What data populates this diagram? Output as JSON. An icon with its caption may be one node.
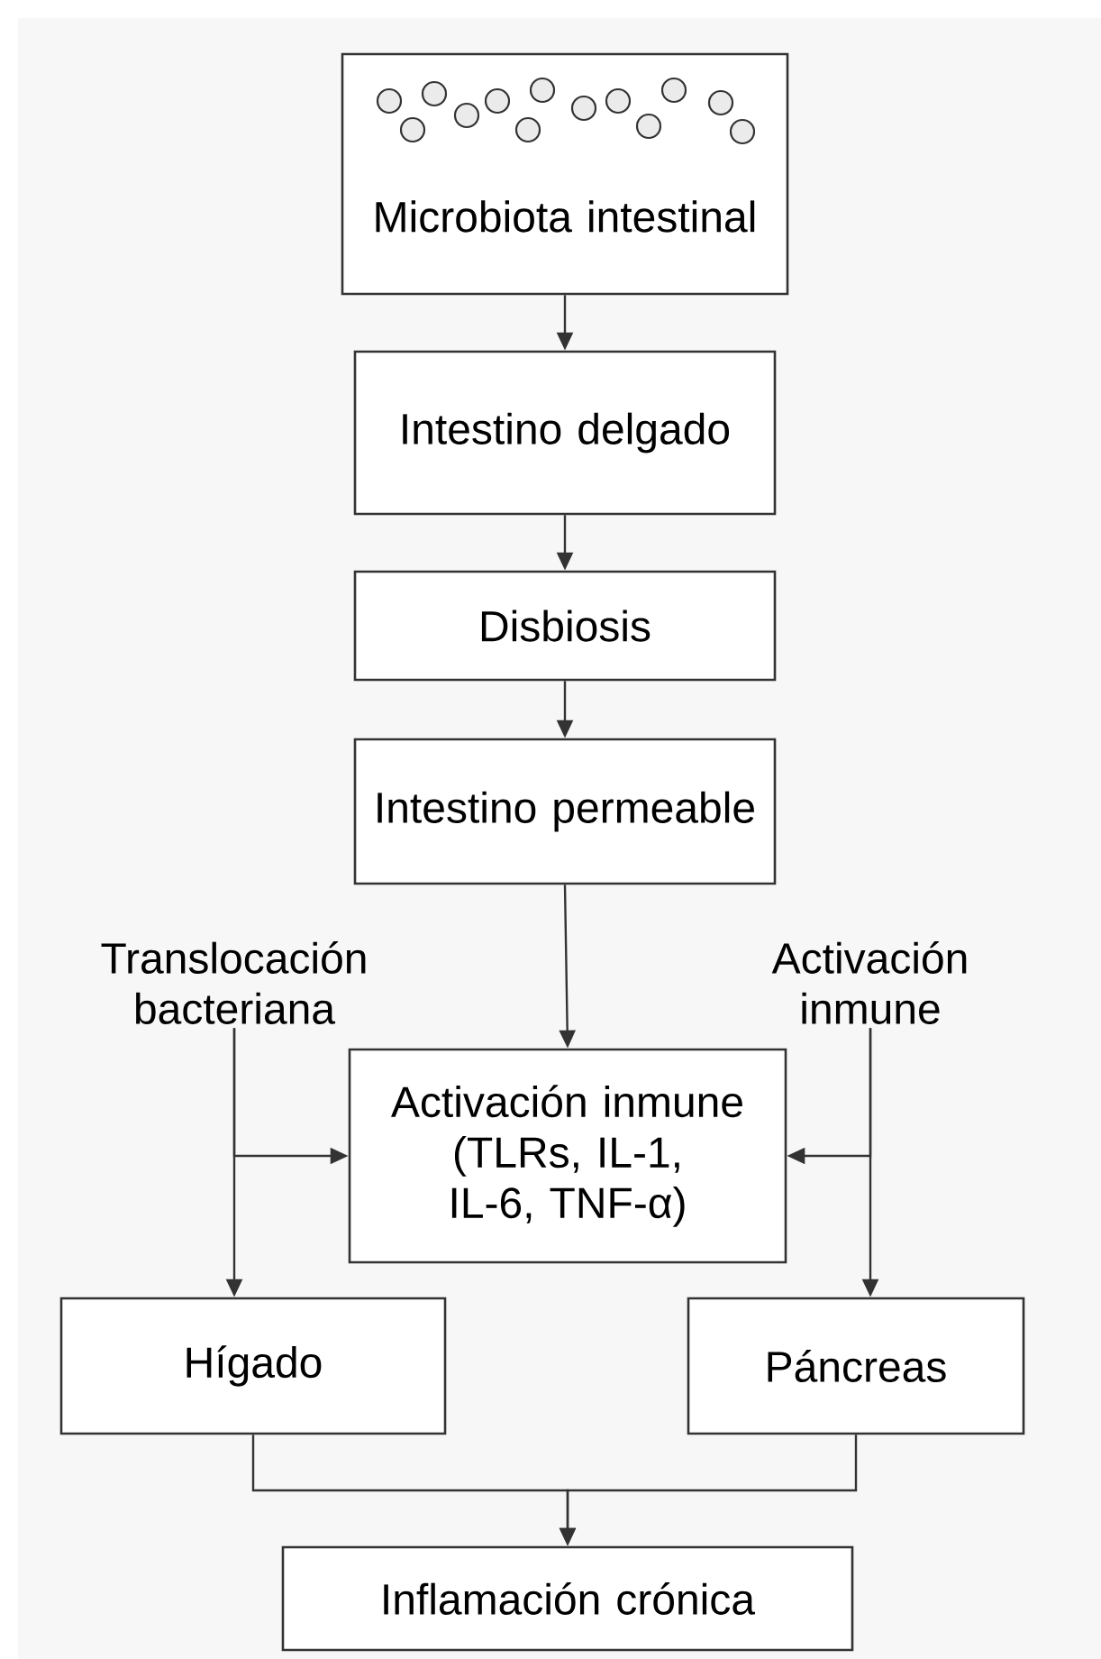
{
  "diagram": {
    "nodes": [
      {
        "text": [
          "Microbiota intestinal"
        ]
      },
      {
        "text": [
          "Intestino delgado"
        ]
      },
      {
        "text": [
          "Disbiosis"
        ]
      },
      {
        "text": [
          "Intestino permeable"
        ]
      },
      {
        "text": [
          "Translocación bacteriana"
        ]
      },
      {
        "text": [
          "Activación inmune"
        ]
      },
      {
        "text": [
          "Activación inmune (TLRs, IL-1, IL-6, TNF-α)"
        ]
      },
      {
        "text": [
          "Hígado"
        ]
      },
      {
        "text": [
          "Páncreas"
        ]
      },
      {
        "text": [
          "Inflamación crónica"
        ]
      }
    ],
    "edges": [
      {
        "from": 0,
        "to": 1,
        "arrow": "to"
      },
      {
        "from": 1,
        "to": 2,
        "arrow": "to"
      },
      {
        "from": 2,
        "to": 3,
        "arrow": "to"
      },
      {
        "from": 3,
        "to": 6,
        "arrow": "to"
      },
      {
        "from": 4,
        "to": 6,
        "arrow": "to"
      },
      {
        "from": 4,
        "to": 7,
        "arrow": "to"
      },
      {
        "from": 5,
        "to": 6,
        "arrow": "to"
      },
      {
        "from": 5,
        "to": 8,
        "arrow": "to"
      },
      {
        "from": 7,
        "to": 9,
        "arrow": "to"
      },
      {
        "from": 8,
        "to": 9,
        "arrow": "to"
      }
    ]
  }
}
